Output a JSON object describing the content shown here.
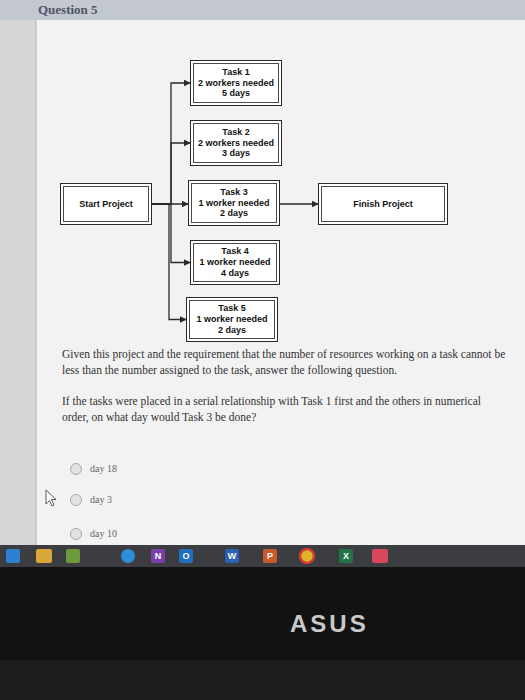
{
  "diagram": {
    "nodes": [
      {
        "text": [
          "Start Project"
        ]
      },
      {
        "text": [
          "Task 1",
          "2 workers needed",
          "5 days"
        ]
      },
      {
        "text": [
          "Task 2",
          "2 workers needed",
          "3 days"
        ]
      },
      {
        "text": [
          "Task 3",
          "1 worker needed",
          "2 days"
        ]
      },
      {
        "text": [
          "Task 4",
          "1 worker needed",
          "4 days"
        ]
      },
      {
        "text": [
          "Task 5",
          "1 worker needed",
          "2 days"
        ]
      },
      {
        "text": [
          "Finish Project"
        ]
      }
    ],
    "edges": [
      {
        "from": 0,
        "to": 1,
        "arrow": "to"
      },
      {
        "from": 0,
        "to": 2,
        "arrow": "to"
      },
      {
        "from": 0,
        "to": 3,
        "arrow": "to"
      },
      {
        "from": 0,
        "to": 4,
        "arrow": "to"
      },
      {
        "from": 0,
        "to": 5,
        "arrow": "to"
      },
      {
        "from": 3,
        "to": 6,
        "arrow": "to"
      }
    ],
    "labels": [
      "Question 5",
      "Given this project and the requirement that the number of resources working on a task cannot be less than the number assigned to the task, answer the following question.",
      "If the tasks were placed in a serial relationship with Task 1 first and the others in numerical order, on what day would Task 3 be done?",
      "day 18",
      "day 3",
      "day 10",
      "N",
      "O",
      "W",
      "P",
      "X",
      "ASUS"
    ]
  }
}
